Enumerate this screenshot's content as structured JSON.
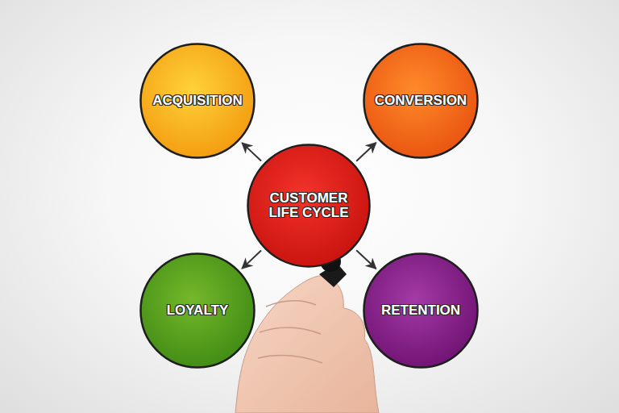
{
  "diagram": {
    "nodes": [
      {
        "text": [
          "ACQUISITION"
        ]
      },
      {
        "text": [
          "CONVERSION"
        ]
      },
      {
        "text": [
          "CUSTOMER LIFE CYCLE"
        ]
      },
      {
        "text": [
          "LOYALTY"
        ]
      },
      {
        "text": [
          "RETENTION"
        ]
      }
    ],
    "edges": [
      {
        "from": 2,
        "to": 0,
        "arrow": "to"
      },
      {
        "from": 2,
        "to": 1,
        "arrow": "to"
      },
      {
        "from": 2,
        "to": 3,
        "arrow": "to"
      },
      {
        "from": 2,
        "to": 4,
        "arrow": "to"
      }
    ]
  }
}
